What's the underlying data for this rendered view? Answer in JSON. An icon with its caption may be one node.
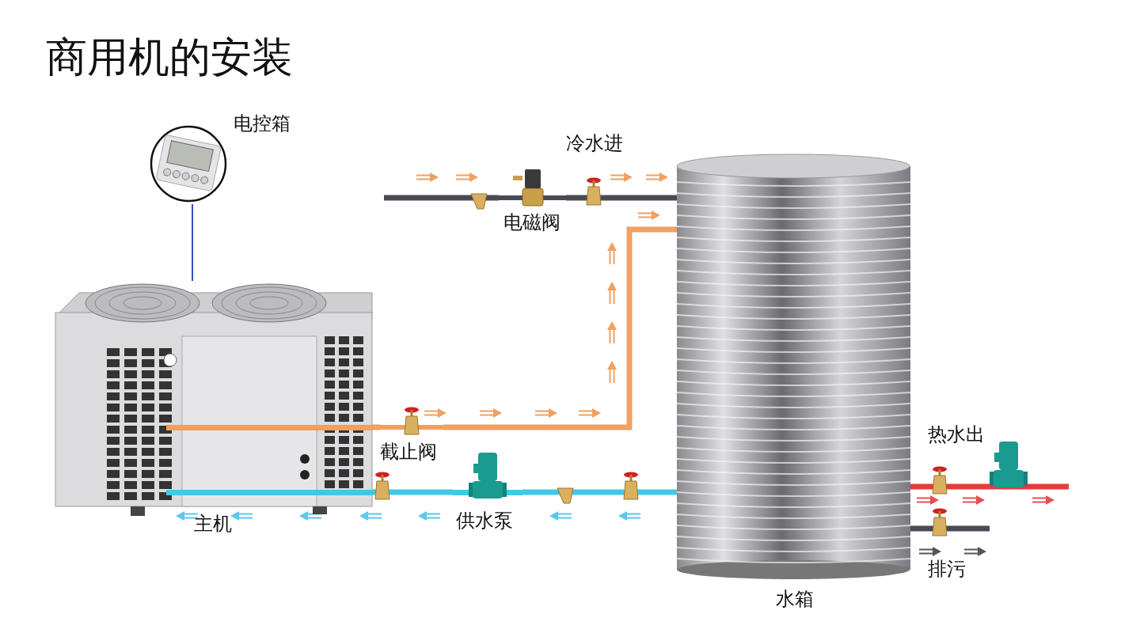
{
  "diagram": {
    "title": "商用机的安装",
    "nodes": [
      {
        "text": [
          "电控箱"
        ]
      },
      {
        "text": [
          "主机"
        ]
      },
      {
        "text": [
          "水箱"
        ]
      },
      {
        "text": [
          "截止阀"
        ]
      },
      {
        "text": [
          "电磁阀"
        ]
      },
      {
        "text": [
          "供水泵"
        ]
      }
    ],
    "edges": [
      {
        "from": 0,
        "to": 1,
        "arrow": "none",
        "color": "#3050c0"
      },
      {
        "from": 1,
        "to": 3,
        "arrow": "none",
        "color": "#f0a060"
      },
      {
        "from": 3,
        "to": 2,
        "arrow": "none",
        "color": "#f0a060"
      },
      {
        "from": null,
        "to": 4,
        "arrow": "none",
        "color": "#4a4a55"
      },
      {
        "from": 4,
        "to": 2,
        "arrow": "none",
        "color": "#4a4a55"
      },
      {
        "from": 2,
        "to": 5,
        "arrow": "none",
        "color": "#40c8e8"
      },
      {
        "from": 5,
        "to": 1,
        "arrow": "none",
        "color": "#40c8e8"
      },
      {
        "from": 2,
        "to": null,
        "arrow": "none",
        "color": "#e83a3a"
      },
      {
        "from": 2,
        "to": null,
        "arrow": "none",
        "color": "#4a4a55"
      }
    ],
    "labels": [
      "冷水进",
      "热水出",
      "排污"
    ]
  }
}
